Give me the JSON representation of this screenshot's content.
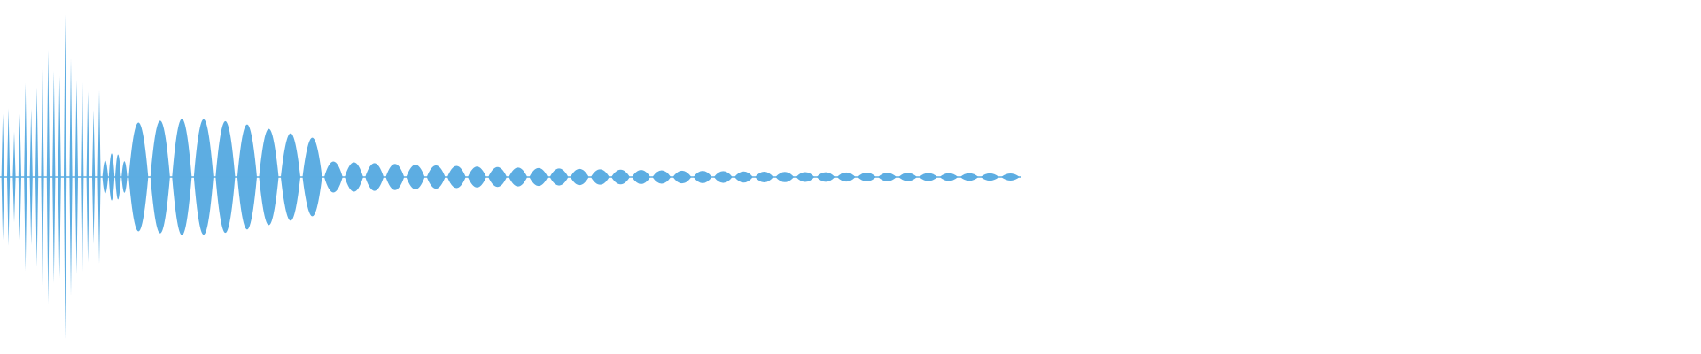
{
  "waveform": {
    "wave_color": "#5dade2",
    "background_color": "#ffffff",
    "channels": 1,
    "audible_portion_of_view": 0.6,
    "segments": [
      {
        "kind": "noisy-attack",
        "start": 0.0,
        "end": 0.06,
        "peak": 1.0,
        "cycles": 18
      },
      {
        "kind": "dip",
        "start": 0.06,
        "end": 0.075,
        "peak": 0.15,
        "cycles": 4
      },
      {
        "kind": "tone",
        "start": 0.075,
        "end": 0.19,
        "peak": 0.35,
        "cycles": 9
      },
      {
        "kind": "decay",
        "start": 0.19,
        "end": 0.6,
        "peak": 0.08,
        "cycles": 34
      }
    ]
  }
}
